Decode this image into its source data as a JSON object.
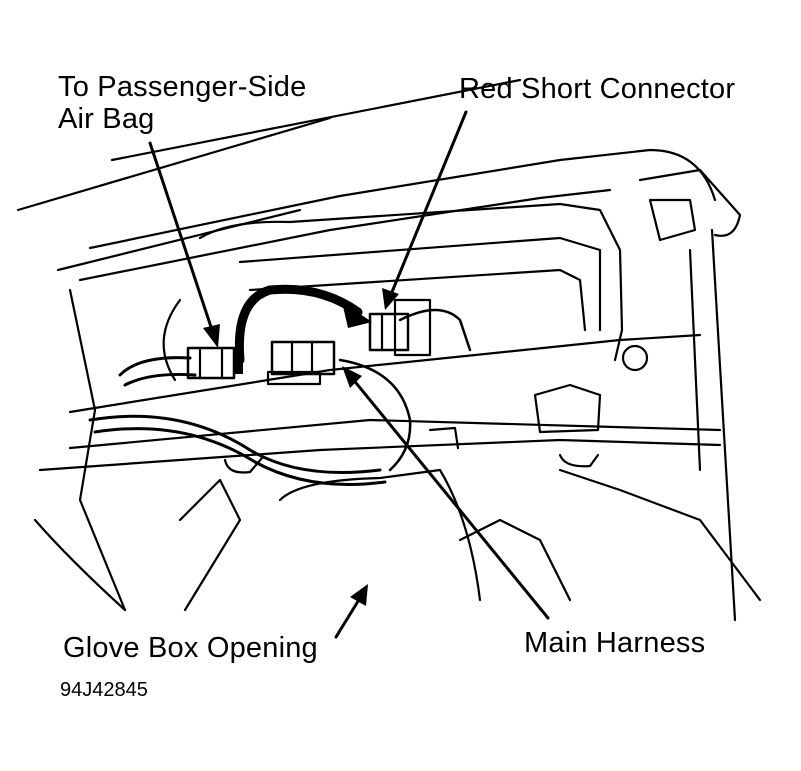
{
  "labels": {
    "passenger_airbag": [
      "To Passenger-Side",
      "Air Bag"
    ],
    "red_short_connector": "Red Short Connector",
    "glove_box_opening": "Glove Box Opening",
    "main_harness": "Main Harness"
  },
  "figure_id": "94J42845",
  "colors": {
    "ink": "#000000",
    "paper": "#ffffff"
  }
}
